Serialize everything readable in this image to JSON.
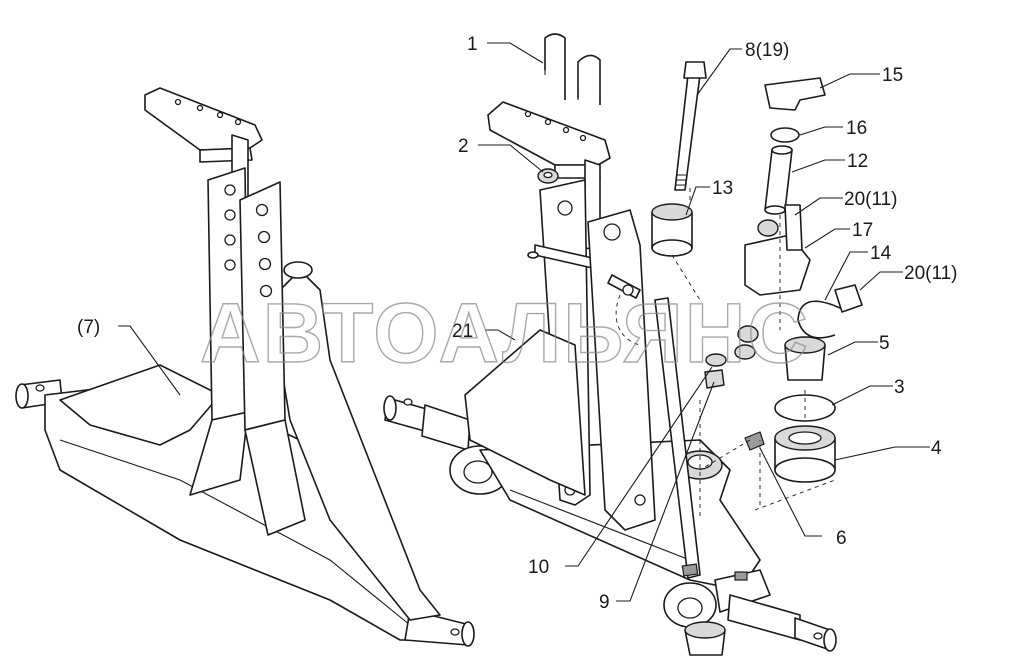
{
  "watermark": "АВТОАЛЬЯНС",
  "callouts": {
    "c1": "1",
    "c2": "2",
    "c3": "3",
    "c4": "4",
    "c5": "5",
    "c6": "6",
    "c7": "(7)",
    "c8": "8(19)",
    "c9": "9",
    "c10": "10",
    "c12": "12",
    "c13": "13",
    "c14": "14",
    "c15": "15",
    "c16": "16",
    "c17": "17",
    "c20a": "20(11)",
    "c20b": "20(11)",
    "c21": "21"
  }
}
